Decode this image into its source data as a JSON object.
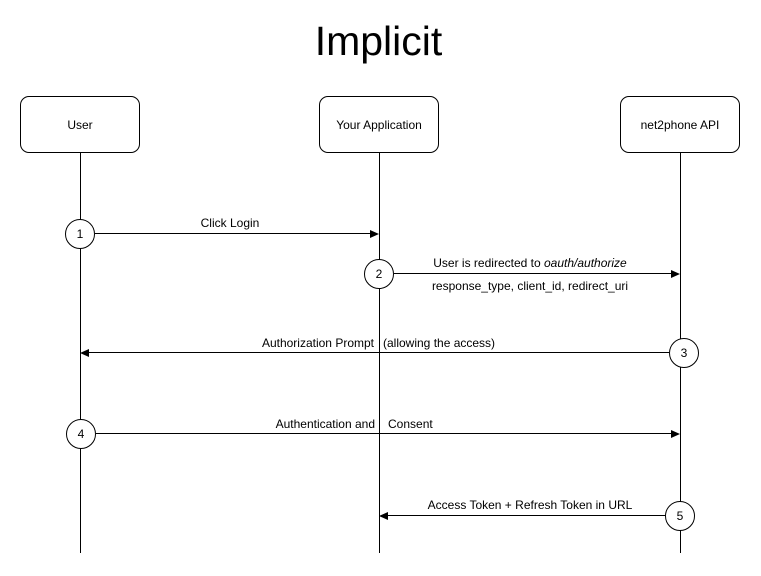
{
  "title": "Implicit",
  "colors": {
    "stroke": "#000000",
    "background": "#ffffff"
  },
  "actors": [
    {
      "label": "User"
    },
    {
      "label": "Your Application"
    },
    {
      "label": "net2phone API"
    }
  ],
  "steps": [
    {
      "number": "1",
      "from": "User",
      "to": "Your Application",
      "label": "Click Login"
    },
    {
      "number": "2",
      "from": "Your Application",
      "to": "net2phone API",
      "label_prefix": "User is redirected to ",
      "label_italic": "oauth/authorize",
      "label_line2": "response_type, client_id, redirect_uri"
    },
    {
      "number": "3",
      "from": "net2phone API",
      "to": "User",
      "label_left": "Authorization Prompt",
      "label_right": "(allowing the access)"
    },
    {
      "number": "4",
      "from": "User",
      "to": "net2phone API",
      "label_left": "Authentication and",
      "label_right": "Consent"
    },
    {
      "number": "5",
      "from": "net2phone API",
      "to": "Your Application",
      "label": "Access Token + Refresh Token in URL"
    }
  ]
}
